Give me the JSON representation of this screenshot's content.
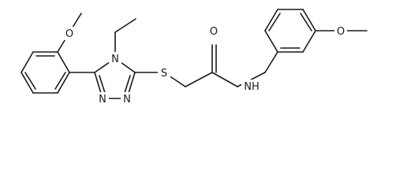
{
  "molecule": {
    "atoms": {
      "o_methoxy_left": "O",
      "n4": "N",
      "n1": "N",
      "n2": "N",
      "s": "S",
      "o_carbonyl": "O",
      "nh": "NH",
      "o_methoxy_right": "O"
    }
  }
}
